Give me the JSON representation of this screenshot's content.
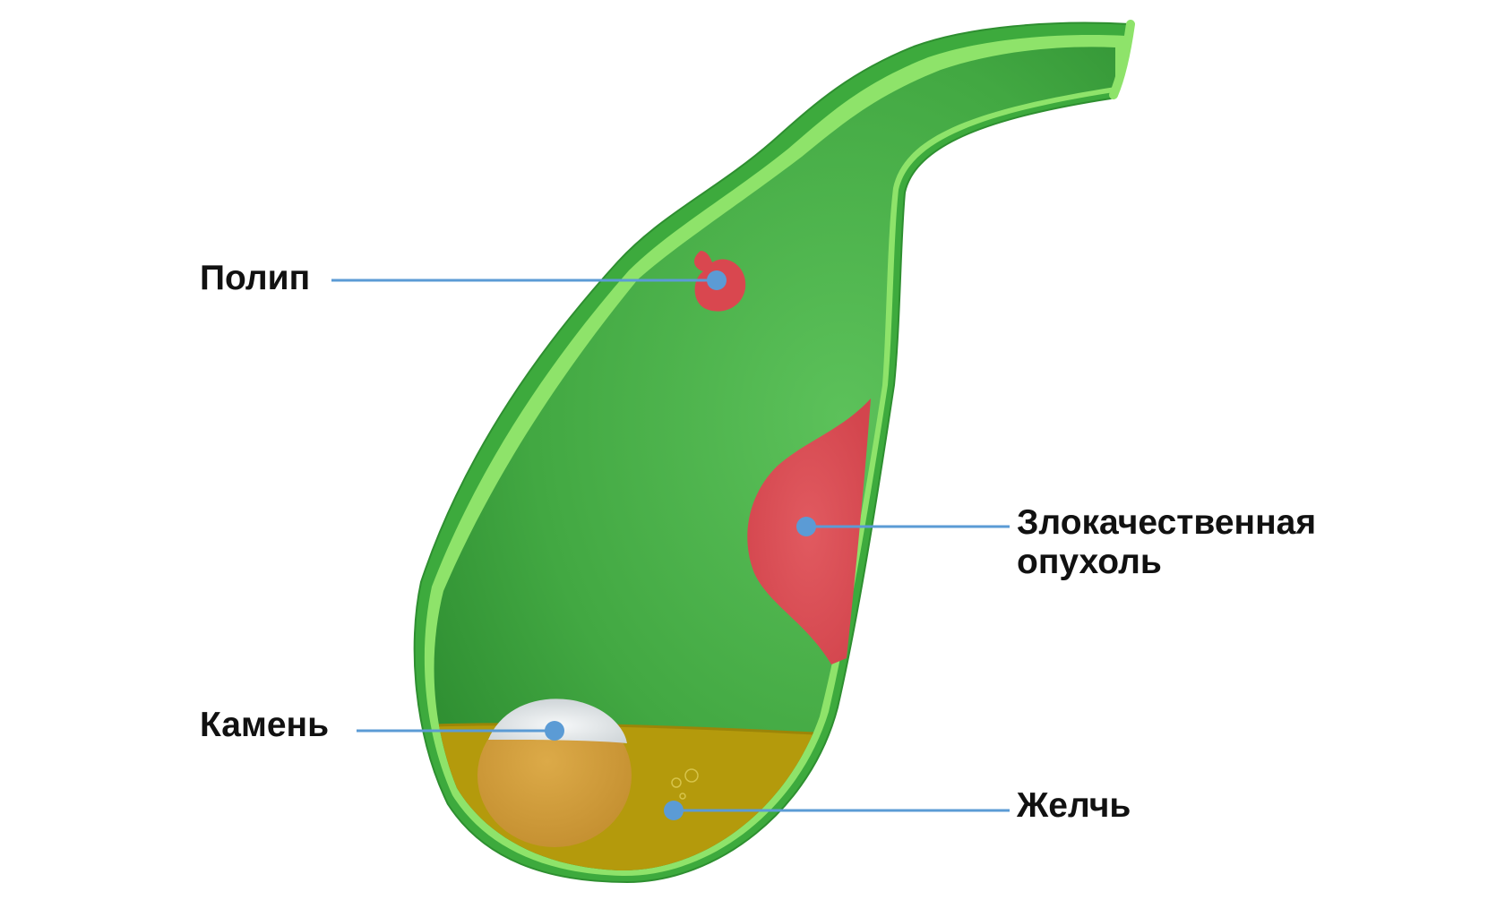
{
  "labels": {
    "polyp": "Полип",
    "tumor_line1": "Злокачественная",
    "tumor_line2": "опухоль",
    "stone": "Камень",
    "bile": "Желчь"
  },
  "colors": {
    "wall_outer": "#3daa3d",
    "wall_light": "#8ee36a",
    "cavity": "#43a843",
    "bile": "#b49a0c",
    "stone_top": "#e4e8ea",
    "stone_bottom": "#cf9e3a",
    "lesion": "#d9474f",
    "leader": "#5b9bd5"
  }
}
